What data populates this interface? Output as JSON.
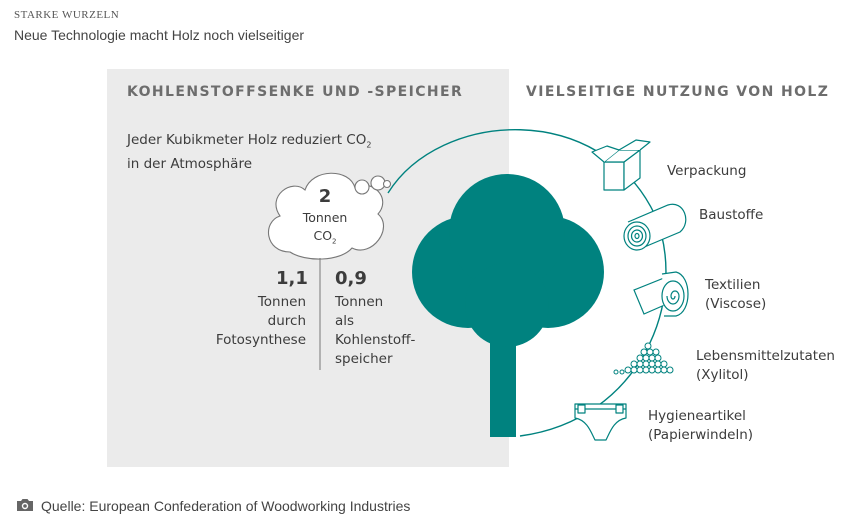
{
  "header": {
    "kicker": "STARKE WURZELN",
    "headline": "Neue Technologie macht Holz noch vielseitiger"
  },
  "left_section": {
    "title": "KOHLENSTOFFSENKE UND -SPEICHER",
    "intro_line1": "Jeder Kubikmeter Holz reduziert CO",
    "intro_sub": "2",
    "intro_line2": "in der Atmosphäre",
    "cloud": {
      "value": "2",
      "unit": "Tonnen",
      "gas": "CO",
      "gas_sub": "2"
    },
    "split_left": {
      "value": "1,1",
      "line1": "Tonnen",
      "line2": "durch",
      "line3": "Fotosynthese"
    },
    "split_right": {
      "value": "0,9",
      "line1": "Tonnen",
      "line2": "als",
      "line3": "Kohlenstoff-",
      "line4": "speicher"
    }
  },
  "right_section": {
    "title": "VIELSEITIGE NUTZUNG VON HOLZ",
    "uses": [
      {
        "label": "Verpackung",
        "sub": "",
        "icon": "box-icon"
      },
      {
        "label": "Baustoffe",
        "sub": "",
        "icon": "log-icon"
      },
      {
        "label": "Textilien",
        "sub": "(Viscose)",
        "icon": "fabric-roll-icon"
      },
      {
        "label": "Lebensmittelzutaten",
        "sub": "(Xylitol)",
        "icon": "granules-icon"
      },
      {
        "label": "Hygieneartikel",
        "sub": "(Papierwindeln)",
        "icon": "diaper-icon"
      }
    ]
  },
  "colors": {
    "teal": "#00827f",
    "panel": "#ebebeb",
    "text": "#3c3c3c"
  },
  "footer": {
    "source": "Quelle: European Confederation of Woodworking Industries",
    "icon": "camera-icon"
  }
}
